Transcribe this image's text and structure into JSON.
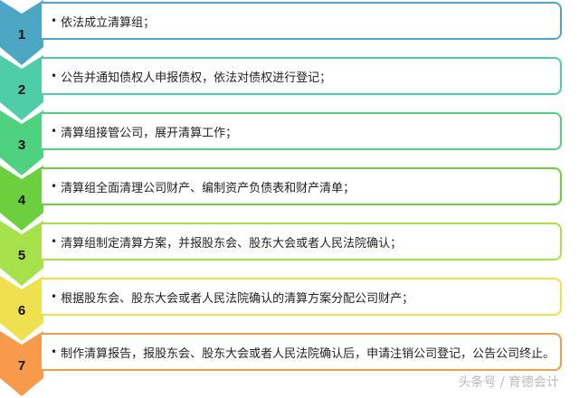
{
  "steps": [
    {
      "number": "1",
      "text": "依法成立清算组；",
      "color": "#4BA7C4"
    },
    {
      "number": "2",
      "text": "公告并通知债权人申报债权，依法对债权进行登记；",
      "color": "#4FCCA8"
    },
    {
      "number": "3",
      "text": "清算组接管公司，展开清算工作；",
      "color": "#4FD27F"
    },
    {
      "number": "4",
      "text": "清算组全面清理公司财产、编制资产负债表和财产清单；",
      "color": "#6CCF3E"
    },
    {
      "number": "5",
      "text": "清算组制定清算方案，并报股东会、股东大会或者人民法院确认；",
      "color": "#A6E14C"
    },
    {
      "number": "6",
      "text": "根据股东会、股东大会或者人民法院确认的清算方案分配公司财产；",
      "color": "#EEE04E"
    },
    {
      "number": "7",
      "text": "制作清算报告，报股东会、股东大会或者人民法院确认后，申请注销公司登记，公告公司终止。",
      "color": "#F79A4C"
    }
  ],
  "bullet": "•",
  "watermark": "头条号 / 育德会计"
}
